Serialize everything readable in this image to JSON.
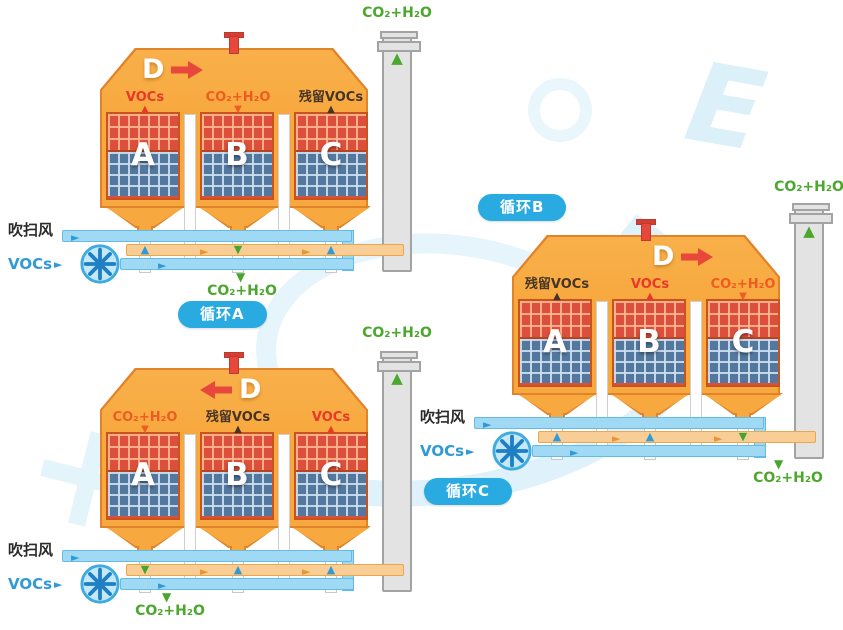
{
  "colors": {
    "body_orange": "#F7A83E",
    "body_outline": "#E0832A",
    "hot_bed_red": "#DC4F3C",
    "cold_bed_blue": "#54789D",
    "pipe_blue": "#9FD9F3",
    "pipe_tan": "#F8CD96",
    "emission_green": "#4CA72E",
    "accent_red": "#E8473C",
    "badge_blue": "#29ABE2",
    "chimney_gray": "#E3E3E3"
  },
  "icons": {
    "arrow_right": "►",
    "arrow_up": "▲",
    "arrow_down": "▼"
  },
  "badges": [
    {
      "label": "循环A"
    },
    {
      "label": "循环B"
    },
    {
      "label": "循环C"
    }
  ],
  "watermark": {
    "letter": "E",
    "cross": "+"
  },
  "units": [
    {
      "combustion_label": "D",
      "d_arrow_direction": "right",
      "chambers": [
        "A",
        "B",
        "C"
      ],
      "top_labels": [
        "VOCs",
        "CO₂+H₂O",
        "残留VOCs"
      ],
      "top_label_arrows": [
        "▲",
        "▼",
        "▲"
      ],
      "pipe_arrows": [
        "▲",
        "▼",
        "▲"
      ],
      "purge_label": "吹扫风",
      "inlet_label": "VOCs",
      "stack_label": "CO₂+H₂O",
      "outlet_label": "CO₂+H₂O"
    },
    {
      "combustion_label": "D",
      "d_arrow_direction": "left",
      "chambers": [
        "A",
        "B",
        "C"
      ],
      "top_labels": [
        "CO₂+H₂O",
        "残留VOCs",
        "VOCs"
      ],
      "top_label_arrows": [
        "▼",
        "▲",
        "▲"
      ],
      "pipe_arrows": [
        "▼",
        "▲",
        "▲"
      ],
      "purge_label": "吹扫风",
      "inlet_label": "VOCs",
      "stack_label": "CO₂+H₂O",
      "outlet_label": "CO₂+H₂O"
    },
    {
      "combustion_label": "D",
      "d_arrow_direction": "right",
      "chambers": [
        "A",
        "B",
        "C"
      ],
      "top_labels": [
        "残留VOCs",
        "VOCs",
        "CO₂+H₂O"
      ],
      "top_label_arrows": [
        "▲",
        "▲",
        "▼"
      ],
      "pipe_arrows": [
        "▲",
        "▲",
        "▼"
      ],
      "purge_label": "吹扫风",
      "inlet_label": "VOCs",
      "stack_label": "CO₂+H₂O",
      "outlet_label": "CO₂+H₂O"
    }
  ]
}
